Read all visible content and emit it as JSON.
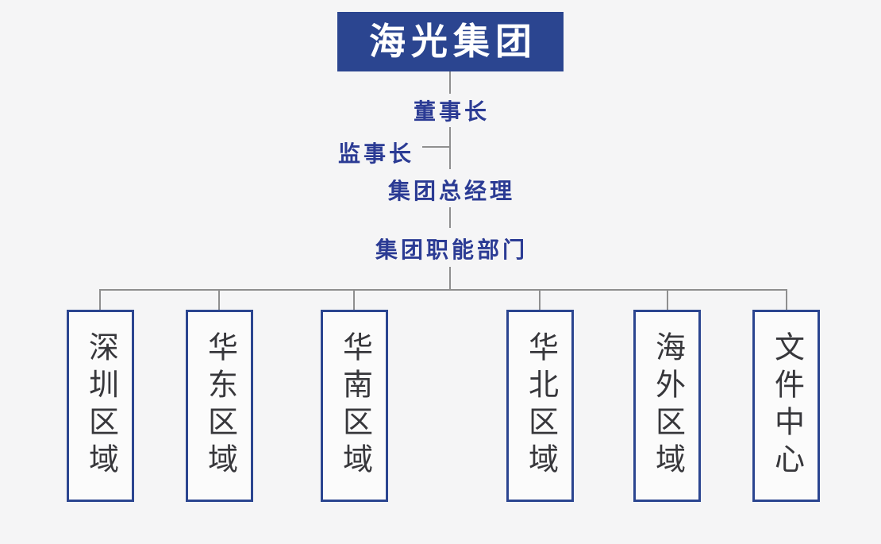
{
  "colors": {
    "navy": "#2b4590",
    "blue_text": "#2b3b94",
    "connector_line": "#8f8f8f",
    "leaf_text": "#37373b",
    "background": "#f5f5f6",
    "leaf_background": "#fbfbfb"
  },
  "org": {
    "root": {
      "label": "海光集团"
    },
    "chairman": {
      "label": "董事长"
    },
    "supervisor": {
      "label": "监事长"
    },
    "general_manager": {
      "label": "集团总经理"
    },
    "functional_dept": {
      "label": "集团职能部门"
    },
    "leaves": [
      {
        "label": "深圳区域"
      },
      {
        "label": "华东区域"
      },
      {
        "label": "华南区域"
      },
      {
        "label": "华北区域"
      },
      {
        "label": "海外区域"
      },
      {
        "label": "文件中心"
      }
    ]
  }
}
